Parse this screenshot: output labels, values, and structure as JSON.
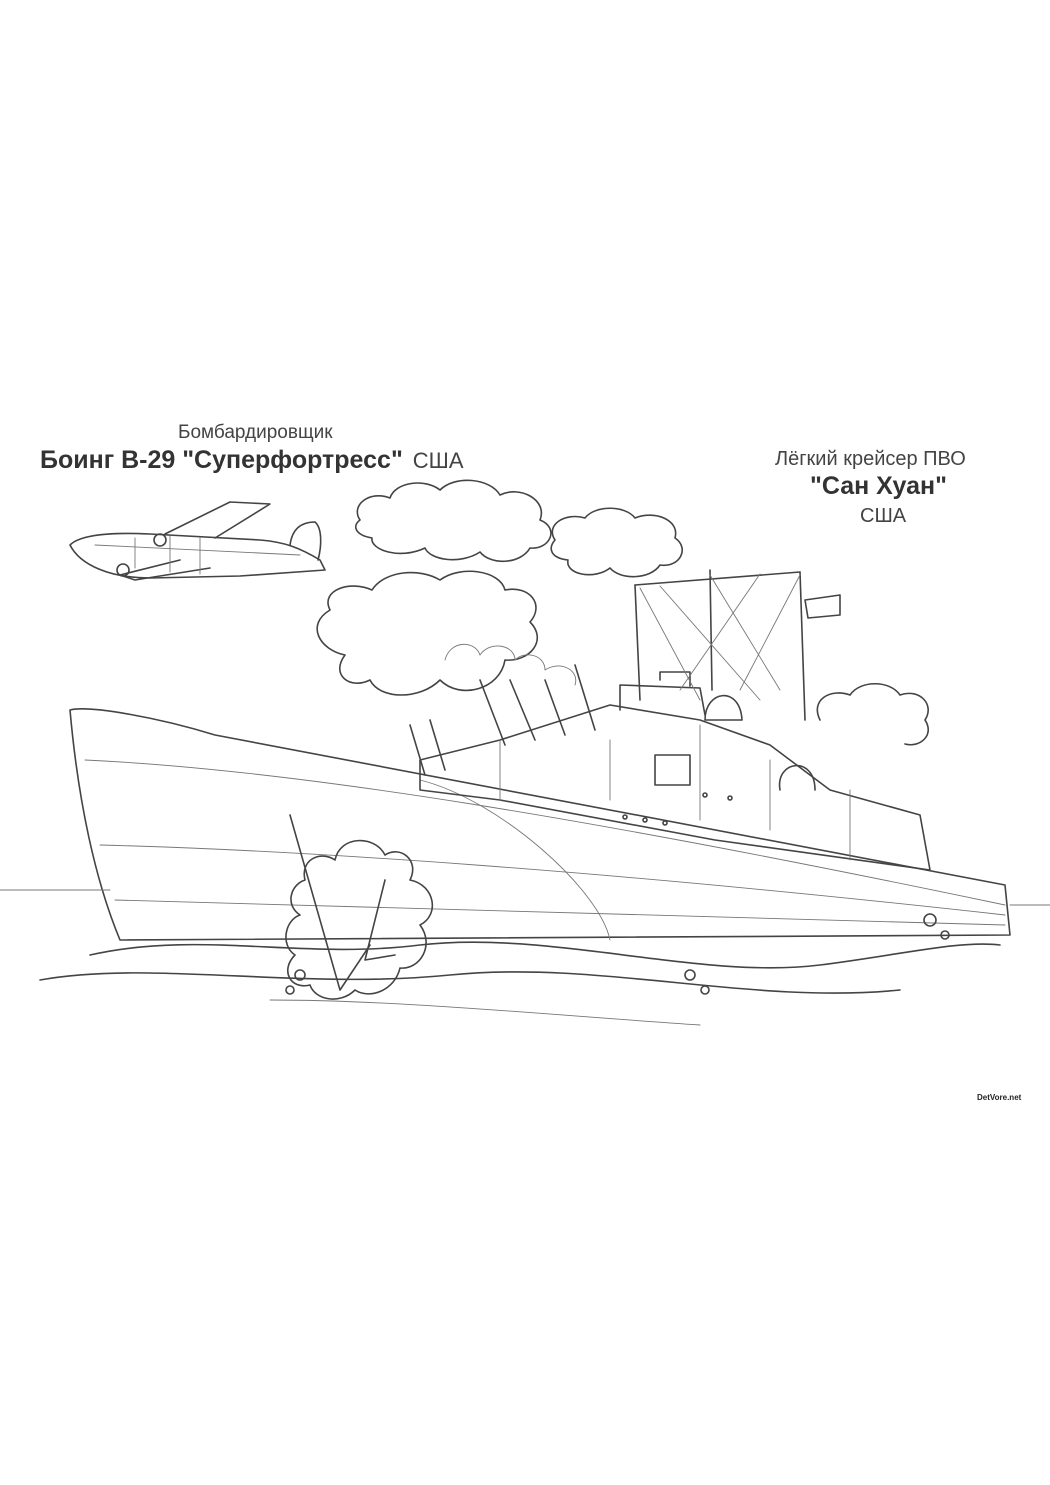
{
  "plane": {
    "type_label": "Бомбардировщик",
    "name": "Боинг В-29 \"Суперфортресс\"",
    "country": "США"
  },
  "ship": {
    "type_label": "Лёгкий крейсер ПВО",
    "name": "\"Сан Хуан\"",
    "country": "США"
  },
  "watermark": "DetVore.net",
  "line_color": "#444444",
  "background_color": "#ffffff"
}
